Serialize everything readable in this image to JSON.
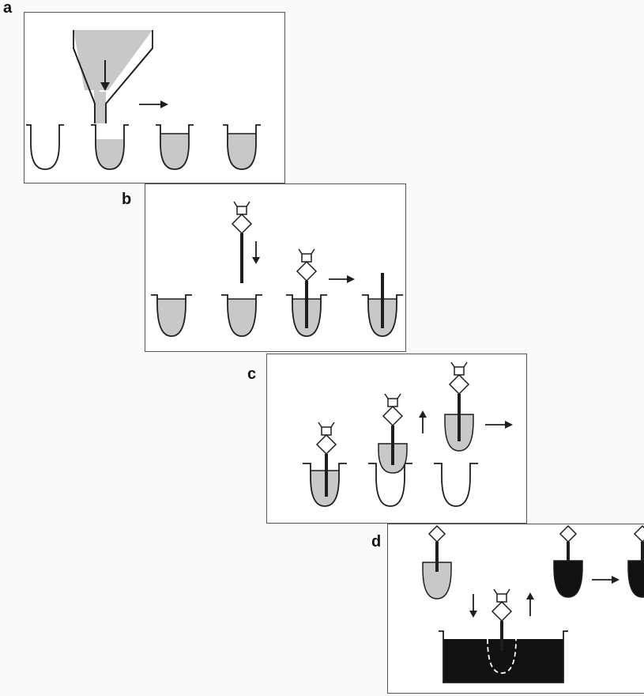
{
  "panels": [
    {
      "label": "a"
    },
    {
      "label": "b"
    },
    {
      "label": "c"
    },
    {
      "label": "d"
    }
  ],
  "colors": {
    "liquid": "#c8c8c8",
    "outline": "#1e1e1e",
    "dark_liquid": "#111111",
    "panel_border": "#555555"
  },
  "icons": [
    "funnel-icon",
    "well-icon",
    "holder-icon",
    "arrow-icon",
    "reservoir-icon"
  ]
}
